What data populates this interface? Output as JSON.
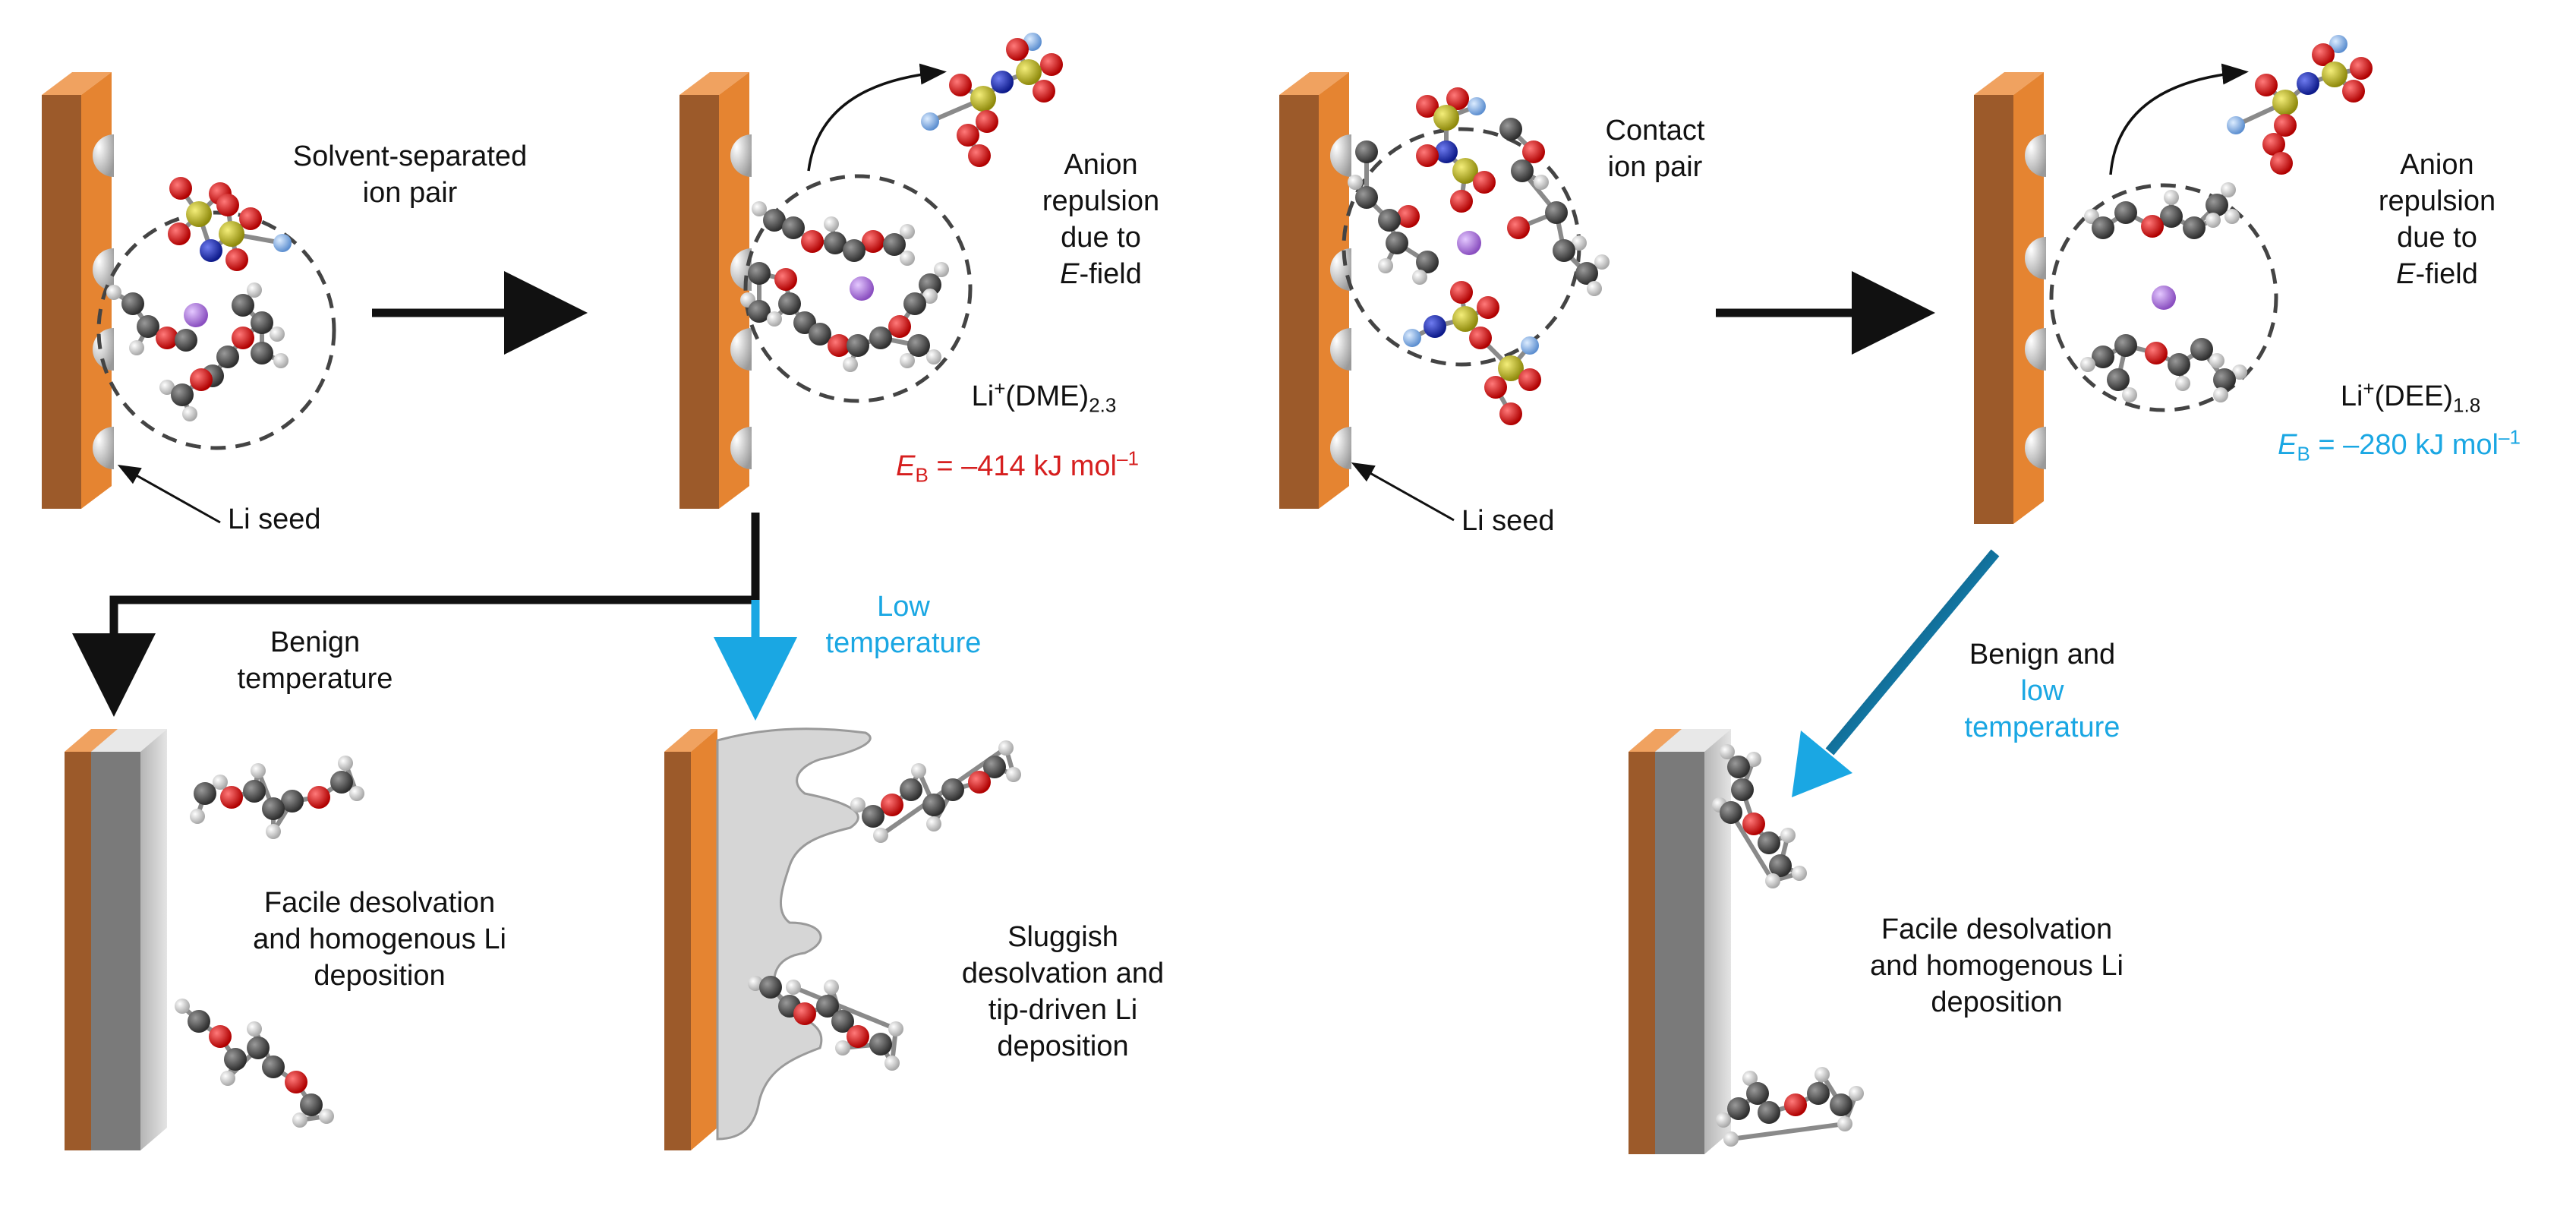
{
  "colors": {
    "electrode_front": "#E58431",
    "electrode_side": "#9C5A2A",
    "seed": "#D9D9D9",
    "li_layer_front": "#C8C8C8",
    "li_layer_dark": "#7A7A7A",
    "arrow_black": "#111111",
    "arrow_blue": "#1AA7E3",
    "energy_red": "#D61F1F",
    "energy_blue": "#1AA7E3",
    "atom_carbon": "#4A4A4A",
    "atom_hydrogen": "#E6E6E6",
    "atom_oxygen": "#E01010",
    "atom_sulfur": "#C8C21A",
    "atom_nitrogen": "#1A2FB8",
    "atom_fluorine": "#8FB8EA",
    "atom_lithium": "#B07CD9"
  },
  "labels": {
    "solvent_separated": [
      "Solvent-separated",
      "ion pair"
    ],
    "li_seed_left": "Li seed",
    "anion_repulsion_left": [
      "Anion",
      "repulsion",
      "due to"
    ],
    "efield_left": {
      "e": "E",
      "rest": "-field"
    },
    "dme_complex": {
      "prefix": "Li",
      "charge": "+",
      "body": "(DME)",
      "sub": "2.3"
    },
    "energy_dme": {
      "e": "E",
      "sub": "B",
      "value": " = –414 kJ mol",
      "exp": "–1"
    },
    "benign_temp": [
      "Benign",
      "temperature"
    ],
    "low_temp": [
      "Low",
      "temperature"
    ],
    "facile_left": [
      "Facile desolvation",
      "and homogenous Li",
      "deposition"
    ],
    "sluggish": [
      "Sluggish",
      "desolvation and",
      "tip-driven Li",
      "deposition"
    ],
    "contact_ion_pair": [
      "Contact",
      "ion pair"
    ],
    "li_seed_right": "Li seed",
    "anion_repulsion_right": [
      "Anion",
      "repulsion",
      "due to"
    ],
    "efield_right": {
      "e": "E",
      "rest": "-field"
    },
    "dee_complex": {
      "prefix": "Li",
      "charge": "+",
      "body": "(DEE)",
      "sub": "1.8"
    },
    "energy_dee": {
      "e": "E",
      "sub": "B",
      "value": " = –280 kJ mol",
      "exp": "–1"
    },
    "benign_and": "Benign and",
    "low_temp_right": [
      "low",
      "temperature"
    ],
    "facile_right": [
      "Facile desolvation",
      "and homogenous Li",
      "deposition"
    ]
  }
}
